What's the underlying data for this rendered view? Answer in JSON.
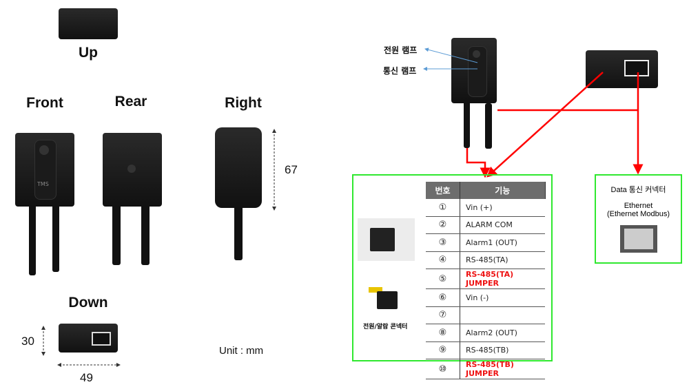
{
  "views": {
    "up": "Up",
    "front": "Front",
    "rear": "Rear",
    "right": "Right",
    "down": "Down"
  },
  "dimensions": {
    "height": "67",
    "depth": "30",
    "width": "49",
    "unit": "Unit : mm"
  },
  "device_brand": "TMS",
  "lamps": {
    "power": "전원 램프",
    "comm": "통신 램프"
  },
  "connector_caption": "전원/알람 콘넥터",
  "table": {
    "headers": [
      "번호",
      "기능"
    ],
    "rows": [
      {
        "no": "①",
        "func": "Vin (+)",
        "highlight": false
      },
      {
        "no": "②",
        "func": "ALARM COM",
        "highlight": false
      },
      {
        "no": "③",
        "func": "Alarm1 (OUT)",
        "highlight": false
      },
      {
        "no": "④",
        "func": "RS-485(TA)",
        "highlight": false
      },
      {
        "no": "⑤",
        "func": "RS-485(TA) JUMPER",
        "highlight": true
      },
      {
        "no": "⑥",
        "func": "Vin (-)",
        "highlight": false
      },
      {
        "no": "⑦",
        "func": "",
        "highlight": false
      },
      {
        "no": "⑧",
        "func": "Alarm2 (OUT)",
        "highlight": false
      },
      {
        "no": "⑨",
        "func": "RS-485(TB)",
        "highlight": false
      },
      {
        "no": "⑩",
        "func": "RS-485(TB) JUMPER",
        "highlight": true
      }
    ]
  },
  "data_box": {
    "title": "Data 통신 커넥터",
    "line1": "Ethernet",
    "line2": "(Ethernet Modbus)"
  },
  "colors": {
    "arrow": "#ff0000",
    "box": "#2ee82e",
    "lamp_arrow": "#5b9bd5"
  }
}
